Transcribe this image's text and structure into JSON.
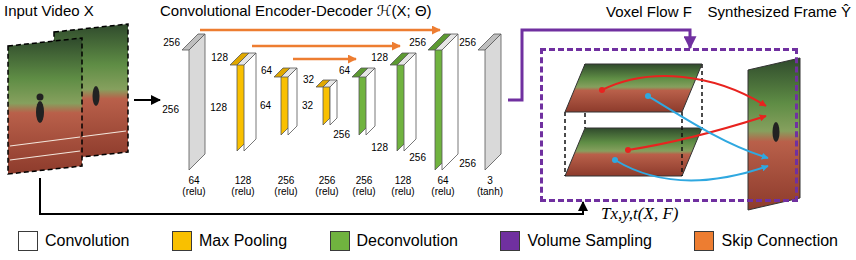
{
  "diagram": {
    "nodes": [
      {
        "text": [
          "Input Video X"
        ]
      },
      {
        "text": [
          "Convolutional Encoder-Decoder ℋ(X; Θ)"
        ]
      },
      {
        "text": [
          "Tx,y,t(X, F)"
        ]
      }
    ],
    "edges": [
      {
        "from": 0,
        "to": 1,
        "arrow": "to"
      },
      {
        "from": 1,
        "to": 2,
        "arrow": "to"
      },
      {
        "from": 0,
        "to": 2,
        "arrow": "to"
      }
    ],
    "labels": [
      "Voxel Flow F",
      "Synthesized Frame Ŷ",
      "256",
      "128",
      "64",
      "32",
      "64",
      "128",
      "256",
      "256",
      "256",
      "128",
      "64",
      "32",
      "256",
      "128",
      "256",
      "256",
      "64 (relu)",
      "128 (relu)",
      "256 (relu)",
      "256 (relu)",
      "256 (relu)",
      "128 (relu)",
      "64 (relu)",
      "3 (tanh)"
    ],
    "legend": [
      {
        "text": "Convolution",
        "color": "#ffffff"
      },
      {
        "text": "Max Pooling",
        "color": "#f9c000"
      },
      {
        "text": "Deconvolution",
        "color": "#70b33f"
      },
      {
        "text": "Volume Sampling",
        "color": "#7030a0"
      },
      {
        "text": "Skip Connection",
        "color": "#ed7d31"
      }
    ]
  }
}
